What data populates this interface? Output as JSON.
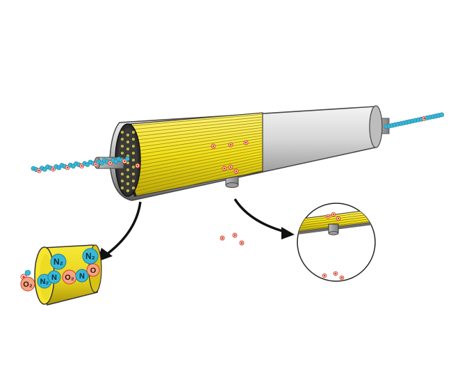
{
  "labels": {
    "nitrogen": "N₂",
    "oxygen": "O₂",
    "nitrogen_small": "N",
    "oxygen_small": "O"
  },
  "colors": {
    "background": "#ffffff",
    "membrane_fiber": "#f2e31b",
    "membrane_fiber_shade": "#b9a90c",
    "housing_gray": "#c9c9c9",
    "housing_dark": "#6c6c6c",
    "nitrogen_molecule": "#38b8d8",
    "oxygen_molecule": "#f4a582",
    "oxygen_ring": "#d23a2a",
    "arrow": "#111111"
  },
  "icons": {
    "module": "hollow-fiber-membrane-module",
    "left_detail": "fiber-cross-section-closeup",
    "right_detail": "permeate-port-closeup"
  }
}
